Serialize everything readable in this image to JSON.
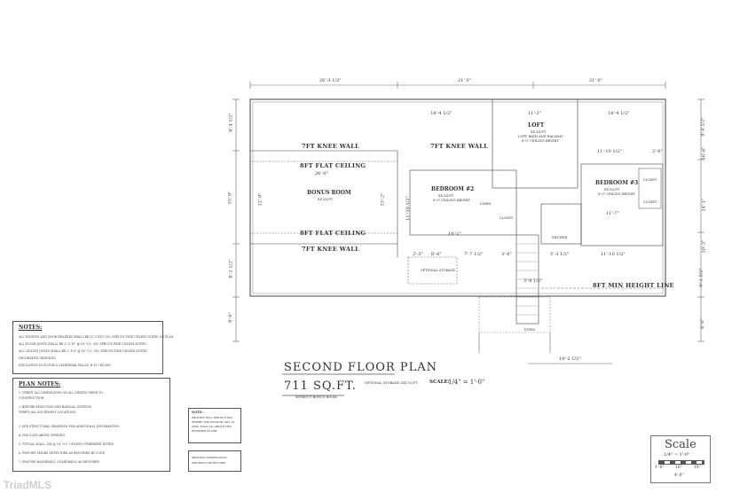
{
  "plan": {
    "title": "SECOND FLOOR PLAN",
    "area": "711 SQ.FT.",
    "area_note": "OPTIONAL STORAGE 2XX SQ.FT.",
    "bonus_note": "WITHOUT BONUS ROOM",
    "scale_label": "SCALE:",
    "scale_value": "1/4\" = 1'-0\""
  },
  "overall_dims": {
    "top": [
      "26'-3 1/2\"",
      "21' 0\"",
      "21' 0\""
    ],
    "bottom": "19'-2 1/2\"",
    "left": [
      "8'-4 1/2\"",
      "15'-9\"",
      "8'-1 1/2\"",
      "9'-0\""
    ],
    "right": [
      "9'-0 1/2\"",
      "16'-6\"",
      "14'-1\"",
      "10'-3\"",
      "9'-1 1/2\"",
      "6'-0\""
    ]
  },
  "inner_dims": {
    "d1": "14'-4 1/2\"",
    "d2": "11'-3\"",
    "d3": "14'-4 1/2\"",
    "d4": "26'-0\"",
    "d5": "12'-9\"",
    "d6": "15'-2\"",
    "d7": "11'-10 1/2\"",
    "d8": "14'-1\"",
    "d9": "11'-10 1/2\"",
    "d10": "11'-7\"",
    "d11": "6'-6\"",
    "d12": "7'-7 1/2\"",
    "d13": "3'-6\"",
    "d14": "5'-3 1/2\"",
    "d15": "11'-10 1/2\"",
    "d16": "3'-8 1/2\"",
    "d17": "2'-6\"",
    "d18": "2'-3\""
  },
  "labels": {
    "knee_wall_top_left": "7FT KNEE WALL",
    "knee_wall_top_mid": "7FT KNEE WALL",
    "flat_ceiling_top": "8FT FLAT CEILING",
    "flat_ceiling_bottom": "8FT FLAT CEILING",
    "knee_wall_bottom": "7FT KNEE WALL",
    "min_height": "8FT MIN HEIGHT LINE"
  },
  "rooms": [
    {
      "name": "LOFT",
      "sub1": "XX SQ.FT.",
      "sub2": "LOFT, BATH AND HALLWAY",
      "sub3": "8'-0\" CEILING HEIGHT"
    },
    {
      "name": "BONUS ROOM",
      "sub1": "XX SQ.FT.",
      "sub2": "",
      "sub3": ""
    },
    {
      "name": "BEDROOM #2",
      "sub1": "XX SQ.FT.",
      "sub2": "8'-0\" CEILING HEIGHT",
      "sub3": ""
    },
    {
      "name": "BEDROOM #3",
      "sub1": "XX SQ.FT.",
      "sub2": "8'-0\" CEILING HEIGHT",
      "sub3": ""
    }
  ],
  "small_labels": {
    "closet1": "CLOSET",
    "closet2": "CLOSET",
    "closet3": "CLOSET",
    "linen": "LINEN",
    "shower": "SHOWER",
    "optional_storage": "OPTIONAL STORAGE",
    "down": "DOWN"
  },
  "notes": {
    "heading": "NOTES:",
    "lines": [
      "ALL WINDOW AND DOOR HEADERS SHALL BE (2) 2\"X10\" NO. SPRUCE PINE UNLESS NOTED ON PLAN",
      "ALL FLOOR JOISTS SHALL BE 2\" X 10\" @ 16\" O.C. NO. SPRUCE PINE UNLESS NOTED",
      "ALL CEILING JOISTS SHALL BE 2\" X 8\" @ 16\" O.C. NO. SPRUCE PINE UNLESS NOTED",
      "DECORATIVE SHINGLES",
      "INSULATION IN FLOOR & CATHEDRAL WALLS, R-19 CEILING"
    ]
  },
  "plan_notes": {
    "heading": "PLAN NOTES:",
    "lines": [
      "1. VERIFY ALL DIMENSIONS ON ALL SHEETS PRIOR TO",
      "   CONSTRUCTION.",
      "2. BEFORE SELECTING MECHANICAL SYSTEMS",
      "   VERIFY ALL EQUIPMENT LOCATIONS",
      "3. SEE STRUCTURAL DRAWINGS FOR ADDITIONAL INFORMATION",
      "4. INSULATE ABOVE OPENING",
      "5. TYPICAL WALL: 2X4 @ 16\" O.C. UNLESS OTHERWISE NOTED",
      "6. PROVIDE SMOKE DETECTORS AS REQUIRED BY CODE",
      "7. PROVIDE HANDRAILS, GUARDRAILS AS REQUIRED"
    ]
  },
  "note_box": {
    "heading": "NOTE:",
    "lines": [
      "PROVIDE FALL PROTECTION",
      "WHERE THE WINDOW SILL IS",
      "LESS THAN 24\" ABOVE THE",
      "FINISHED FLOOR"
    ]
  },
  "note_box2": {
    "lines": [
      "PROVIDE COMBINATION",
      "SMOKE/CO DETECTORS"
    ]
  },
  "scale_box": {
    "title": "Scale",
    "line1": "1/4\" = 1'-0\"",
    "marks": [
      "1'-0\"",
      "16\"",
      "18\""
    ],
    "bottom": "4'-0\""
  },
  "watermark": "TriadMLS",
  "colors": {
    "line": "#555555",
    "paper": "#ffffff",
    "watermark": "#d8d8d8"
  }
}
